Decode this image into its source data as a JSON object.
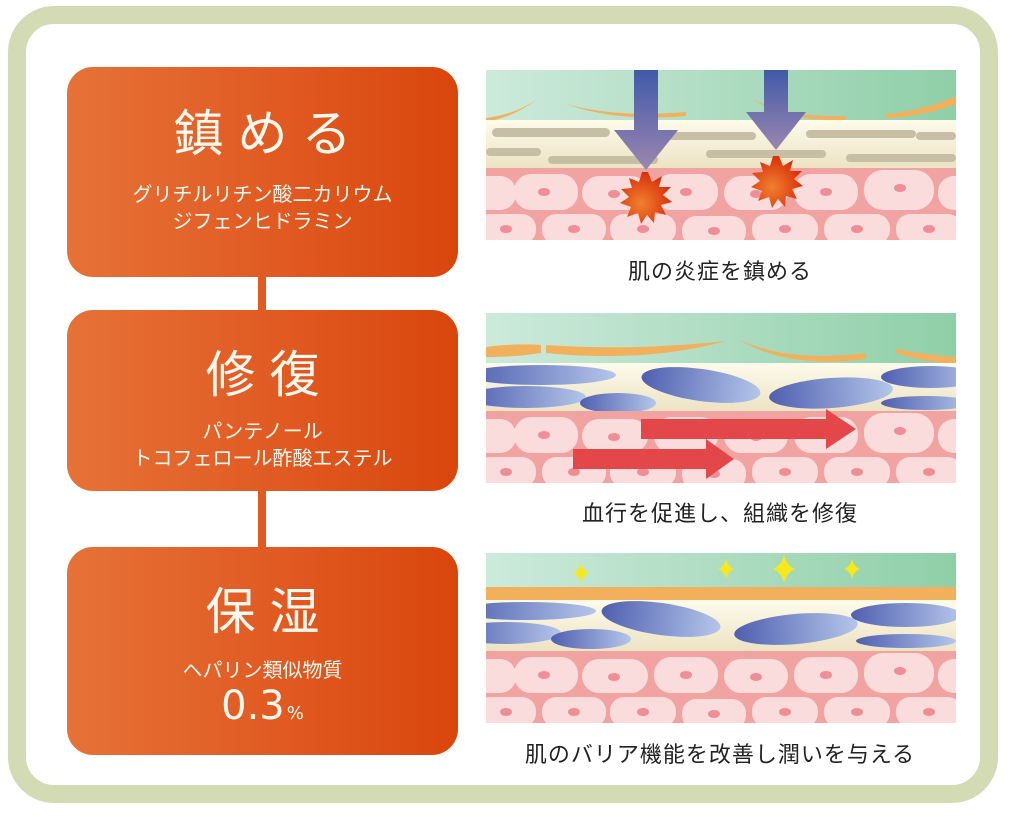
{
  "colors": {
    "frame": "#d3dbb5",
    "box_gradient_start": "#e67237",
    "box_gradient_end": "#d9460c",
    "box_text": "#fff8ef",
    "caption_text": "#222222",
    "epidermis_top": "#a8dcc4",
    "stratum_orange": "#f2b05c",
    "dermis_pink": "#f1a3a1",
    "cell_fill": "#fbdcdc",
    "arrow_blue": "#3f5aa8",
    "arrow_red": "#e4474a",
    "sparkle": "#f7e81a"
  },
  "steps": [
    {
      "title": "鎮める",
      "ingredients": [
        "グリチルリチン酸二カリウム",
        "ジフェンヒドラミン"
      ],
      "caption": "肌の炎症を鎮める",
      "illustration": "down-arrows-inflammation-icon"
    },
    {
      "title": "修復",
      "ingredients": [
        "パンテノール",
        "トコフェロール酢酸エステル"
      ],
      "caption": "血行を促進し、組織を修復",
      "illustration": "blood-flow-arrows-icon"
    },
    {
      "title": "保湿",
      "ingredients": [
        "ヘパリン類似物質"
      ],
      "concentration": "0.3",
      "concentration_unit": "%",
      "caption": "肌のバリア機能を改善し潤いを与える",
      "illustration": "moisture-sparkles-icon"
    }
  ]
}
